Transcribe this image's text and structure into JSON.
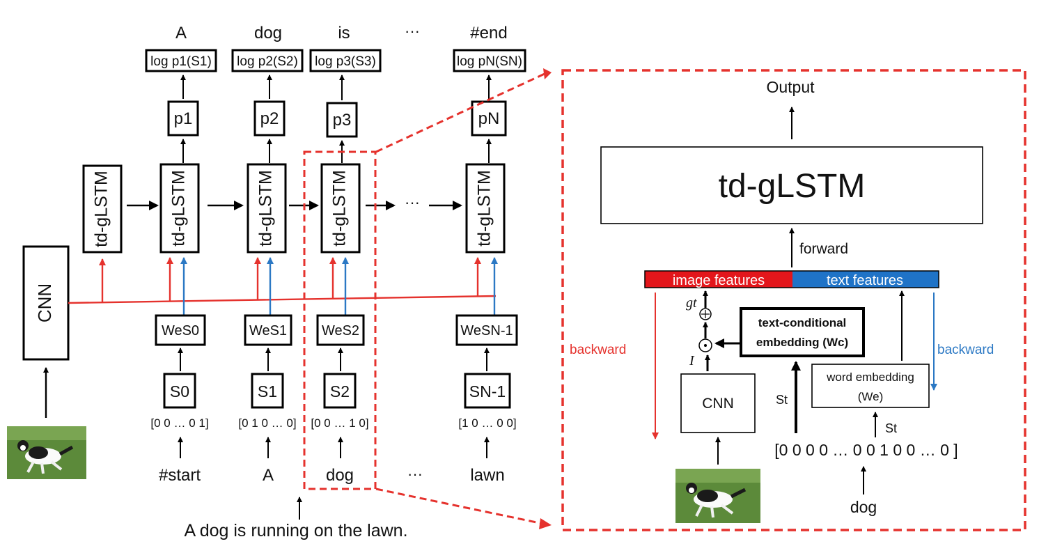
{
  "colors": {
    "red": "#e5322d",
    "blue": "#2b78c4",
    "black": "#000000"
  },
  "left": {
    "cnn_label": "CNN",
    "lstm_label": "td-gLSTM",
    "top_words": [
      "A",
      "dog",
      "is",
      "···",
      "#end"
    ],
    "log_probs": [
      "log p1(S1)",
      "log p2(S2)",
      "log p3(S3)",
      "log pN(SN)"
    ],
    "probs": [
      "p1",
      "p2",
      "p3",
      "pN"
    ],
    "arrow_ellipsis": "···",
    "embeds": [
      "WeS0",
      "WeS1",
      "WeS2",
      "WeSN-1"
    ],
    "tokens": [
      "S0",
      "S1",
      "S2",
      "SN-1"
    ],
    "onehots": [
      "[0 0 … 0 1]",
      "[0 1 0 … 0]",
      "[0 0 … 1 0]",
      "[1 0 … 0 0]"
    ],
    "bottom_words": [
      "#start",
      "A",
      "dog",
      "···",
      "lawn"
    ],
    "sentence": "A dog is running on the lawn."
  },
  "right": {
    "output_label": "Output",
    "lstm_label": "td-gLSTM",
    "forward_label": "forward",
    "image_features": "image features",
    "text_features": "text features",
    "gt_label": "gt",
    "i_label": "I",
    "cond_embed_line1": "text-conditional",
    "cond_embed_line2": "embedding (Wc)",
    "cnn_label": "CNN",
    "word_embed_line1": "word embedding",
    "word_embed_line2": "(We)",
    "backward_left": "backward",
    "backward_right": "backward",
    "st_left": "St",
    "st_right": "St",
    "onehot": "[0 0 0 0 … 0 0 1 0 0 … 0 ]",
    "word": "dog"
  }
}
